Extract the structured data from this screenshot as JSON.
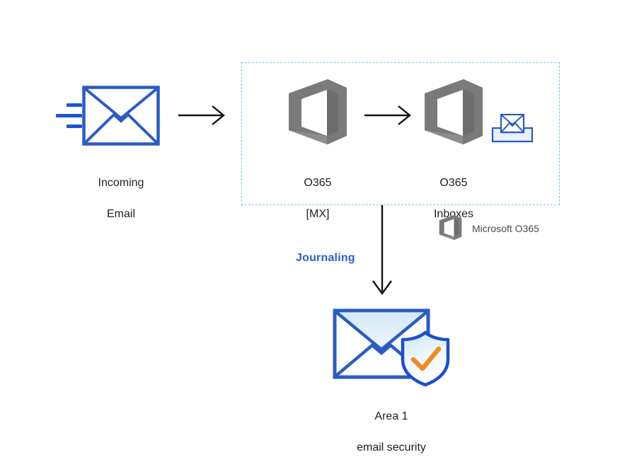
{
  "diagram": {
    "title": "Email routing to Area 1 email security via O365 journaling",
    "background": "#ffffff",
    "colors": {
      "envelope_blue": "#2b5cc4",
      "envelope_blue_dark": "#1f4fbf",
      "speed_line_blue": "#1a56d6",
      "arrow_black": "#111111",
      "dashed_zone": "#7fc4dd",
      "office_gray": "#7a7a7a",
      "office_gray_light": "#9b9b9b",
      "journaling_blue": "#2f5fc4",
      "shield_outline": "#1a4fd0",
      "shield_fill": "#ddeefb",
      "check_orange": "#f28a21",
      "label_text": "#212121",
      "legend_text": "#4a4a4a"
    }
  },
  "nodes": {
    "incoming": {
      "icon": "envelope-icon",
      "label": "Incoming\nEmail",
      "label_line1": "Incoming",
      "label_line2": "Email"
    },
    "o365_mx": {
      "icon": "microsoft-office-logo",
      "label": "O365\n[MX]",
      "label_line1": "O365",
      "label_line2": "[MX]"
    },
    "o365_inboxes": {
      "icon": "microsoft-office-logo",
      "secondary_icon": "inbox-tray-envelope-icon",
      "label": "O365\nInboxes",
      "label_line1": "O365",
      "label_line2": "Inboxes"
    },
    "area1": {
      "icon": "secure-email-shield-icon",
      "label": "Area 1\nemail security",
      "label_line1": "Area 1",
      "label_line2": "email security"
    }
  },
  "edges": {
    "incoming_to_mx": {
      "label": "",
      "style": "solid-arrow",
      "direction": "right"
    },
    "mx_to_inboxes": {
      "label": "",
      "style": "solid-arrow",
      "direction": "right"
    },
    "inboxes_to_area1": {
      "label": "Journaling",
      "style": "solid-arrow",
      "direction": "down"
    }
  },
  "zone": {
    "name": "microsoft-o365-boundary",
    "style": "dashed",
    "label": ""
  },
  "legend": {
    "icon": "microsoft-office-logo",
    "label": "Microsoft O365"
  }
}
